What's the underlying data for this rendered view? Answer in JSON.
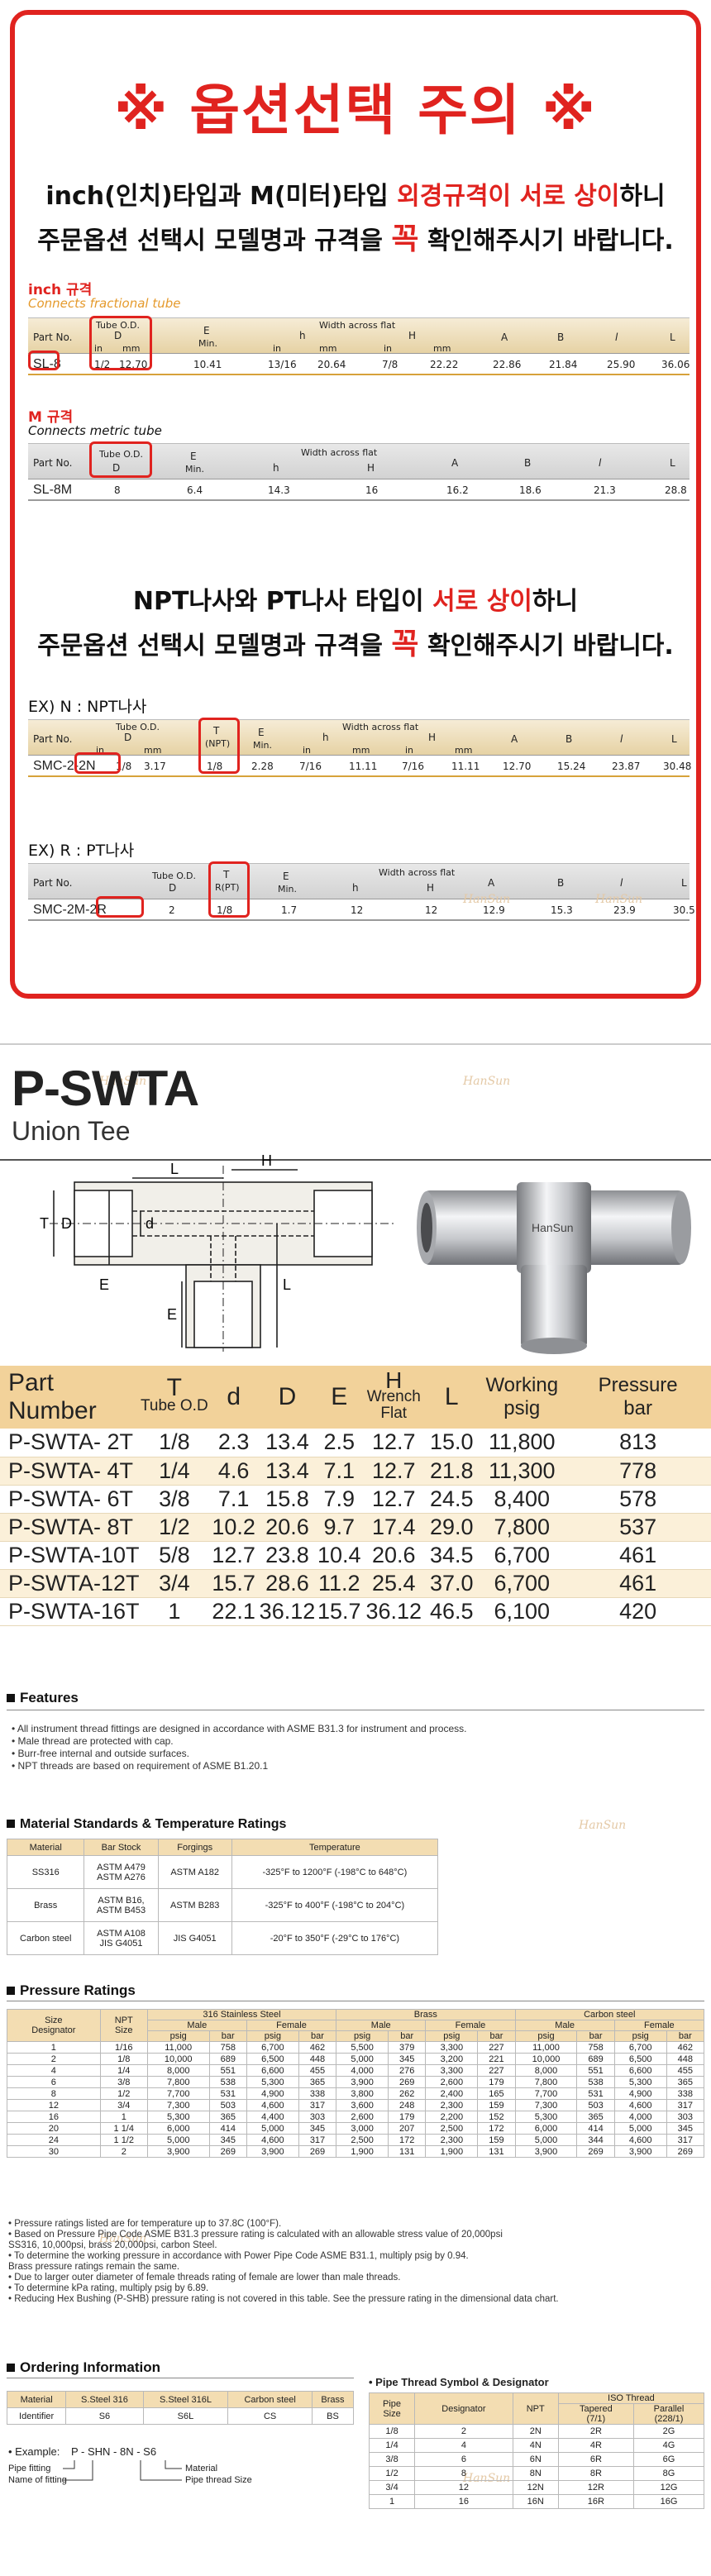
{
  "notice": {
    "title": "※ 옵션선택 주의 ※",
    "line1_a": "inch(인치)타입",
    "line1_b": "과 ",
    "line1_c": "M(미터)타입",
    "line1_d": " 외경규격이 서로 상이",
    "line1_e": "하니",
    "line2_a": "주문옵션 선택시 모델명과 규격을 ",
    "line2_b": "꼭",
    "line2_c": " 확인해주시기 바랍니다.",
    "line3_a": "NPT나사",
    "line3_b": "와 ",
    "line3_c": "PT나사",
    "line3_d": " 타입이 ",
    "line3_e": "서로 상이",
    "line3_f": "하니",
    "line4_a": "주문옵션 선택시 모델명과 규격을 ",
    "line4_b": "꼭",
    "line4_c": " 확인해주시기 바랍니다."
  },
  "inch_spec": {
    "label": "inch 규격",
    "note": "Connects fractional tube",
    "h_part": "Part No.",
    "h_tube": "Tube O.D.",
    "h_d": "D",
    "h_in": "in",
    "h_mm": "mm",
    "h_e": "E",
    "h_min": "Min.",
    "h_waf": "Width across flat",
    "h_h": "h",
    "h_H": "H",
    "h_in2": "in",
    "h_mm2": "mm",
    "h_in3": "in",
    "h_mm3": "mm",
    "h_a": "A",
    "h_b": "B",
    "h_l1": "l",
    "h_l": "L",
    "part": "SL-8",
    "v_in": "1/2",
    "v_mm": "12.70",
    "v_e": "10.41",
    "v_h_in": "13/16",
    "v_h_mm": "20.64",
    "v_H_in": "7/8",
    "v_H_mm": "22.22",
    "v_a": "22.86",
    "v_b": "21.84",
    "v_l1": "25.90",
    "v_l": "36.06"
  },
  "metric_spec": {
    "label": "M 규격",
    "note": "Connects metric tube",
    "h_part": "Part No.",
    "h_tube": "Tube O.D.",
    "h_d": "D",
    "h_e": "E",
    "h_min": "Min.",
    "h_waf": "Width across flat",
    "h_h": "h",
    "h_H": "H",
    "h_a": "A",
    "h_b": "B",
    "h_l1": "l",
    "h_l": "L",
    "part": "SL-8M",
    "v_d": "8",
    "v_e": "6.4",
    "v_h": "14.3",
    "v_H": "16",
    "v_a": "16.2",
    "v_b": "18.6",
    "v_l1": "21.3",
    "v_l": "28.8"
  },
  "npt_spec": {
    "label": "EX) N : NPT나사",
    "h_part": "Part No.",
    "h_tube": "Tube O.D.",
    "h_d": "D",
    "h_in": "in",
    "h_mm": "mm",
    "h_t": "T",
    "h_npt": "(NPT)",
    "h_e": "E",
    "h_min": "Min.",
    "h_waf": "Width across flat",
    "h_h": "h",
    "h_H": "H",
    "h_in2": "in",
    "h_mm2": "mm",
    "h_in3": "in",
    "h_mm3": "mm",
    "h_a": "A",
    "h_b": "B",
    "h_l1": "l",
    "h_l": "L",
    "part": "SMC-2-2N",
    "v_in": "1/8",
    "v_mm": "3.17",
    "v_t": "1/8",
    "v_e": "2.28",
    "v_h_in": "7/16",
    "v_h_mm": "11.11",
    "v_H_in": "7/16",
    "v_H_mm": "11.11",
    "v_a": "12.70",
    "v_b": "15.24",
    "v_l1": "23.87",
    "v_l": "30.48"
  },
  "pt_spec": {
    "label": "EX) R : PT나사",
    "h_part": "Part No.",
    "h_tube": "Tube O.D.",
    "h_d": "D",
    "h_t": "T",
    "h_rpt": "R(PT)",
    "h_e": "E",
    "h_min": "Min.",
    "h_waf": "Width across flat",
    "h_h": "h",
    "h_H": "H",
    "h_a": "A",
    "h_b": "B",
    "h_l1": "l",
    "h_l": "L",
    "part": "SMC-2M-2R",
    "v_d": "2",
    "v_t": "1/8",
    "v_e": "1.7",
    "v_h": "12",
    "v_H": "12",
    "v_a": "12.9",
    "v_b": "15.3",
    "v_l1": "23.9",
    "v_l": "30.5"
  },
  "product": {
    "title": "P-SWTA",
    "subtitle": "Union Tee",
    "brand_stamp": "HanSun",
    "watermark": "HanSun"
  },
  "drawing_labels": {
    "h": "H",
    "l": "L",
    "d": "d",
    "t": "T",
    "dd": "D",
    "e": "E",
    "e2": "E",
    "l2": "L"
  },
  "main_table": {
    "headers": {
      "part": "Part Number",
      "t": "T",
      "tube": "Tube O.D",
      "d": "d",
      "D": "D",
      "e": "E",
      "h": "H",
      "wrench": "Wrench",
      "flat": "Flat",
      "l": "L",
      "wp": "Working",
      "psig": "psig",
      "pr": "Pressure",
      "bar": "bar"
    },
    "rows": [
      [
        "P-SWTA- 2T",
        "1/8",
        "2.3",
        "13.4",
        "2.5",
        "12.7",
        "15.0",
        "11,800",
        "813"
      ],
      [
        "P-SWTA- 4T",
        "1/4",
        "4.6",
        "13.4",
        "7.1",
        "12.7",
        "21.8",
        "11,300",
        "778"
      ],
      [
        "P-SWTA- 6T",
        "3/8",
        "7.1",
        "15.8",
        "7.9",
        "12.7",
        "24.5",
        "8,400",
        "578"
      ],
      [
        "P-SWTA- 8T",
        "1/2",
        "10.2",
        "20.6",
        "9.7",
        "17.4",
        "29.0",
        "7,800",
        "537"
      ],
      [
        "P-SWTA-10T",
        "5/8",
        "12.7",
        "23.8",
        "10.4",
        "20.6",
        "34.5",
        "6,700",
        "461"
      ],
      [
        "P-SWTA-12T",
        "3/4",
        "15.7",
        "28.6",
        "11.2",
        "25.4",
        "37.0",
        "6,700",
        "461"
      ],
      [
        "P-SWTA-16T",
        "1",
        "22.1",
        "36.12",
        "15.7",
        "36.12",
        "46.5",
        "6,100",
        "420"
      ]
    ]
  },
  "features": {
    "title": "Features",
    "items": [
      "• All instrument thread fittings are designed in accordance with ASME B31.3 for instrument and process.",
      "• Male thread are protected with cap.",
      "• Burr-free internal and outside surfaces.",
      "• NPT threads are based on requirement of ASME B1.20.1"
    ]
  },
  "materials": {
    "title": "Material Standards & Temperature Ratings",
    "headers": [
      "Material",
      "Bar Stock",
      "Forgings",
      "Temperature"
    ],
    "rows": [
      [
        "SS316",
        "ASTM A479\nASTM A276",
        "ASTM A182",
        "-325°F to 1200°F (-198°C to 648°C)"
      ],
      [
        "Brass",
        "ASTM B16,\nASTM B453",
        "ASTM B283",
        "-325°F to 400°F (-198°C to 204°C)"
      ],
      [
        "Carbon steel",
        "ASTM A108\nJIS G4051",
        "JIS G4051",
        "-20°F to 350°F (-29°C to 176°C)"
      ]
    ]
  },
  "pressure": {
    "title": "Pressure Ratings",
    "h_size": "Size\nDesignator",
    "h_npt": "NPT\nSize",
    "h_ss": "316 Stainless Steel",
    "h_brass": "Brass",
    "h_cs": "Carbon steel",
    "h_male": "Male",
    "h_female": "Female",
    "h_psig": "psig",
    "h_bar": "bar",
    "rows": [
      [
        "1",
        "1/16",
        "11,000",
        "758",
        "6,700",
        "462",
        "5,500",
        "379",
        "3,300",
        "227",
        "11,000",
        "758",
        "6,700",
        "462"
      ],
      [
        "2",
        "1/8",
        "10,000",
        "689",
        "6,500",
        "448",
        "5,000",
        "345",
        "3,200",
        "221",
        "10,000",
        "689",
        "6,500",
        "448"
      ],
      [
        "4",
        "1/4",
        "8,000",
        "551",
        "6,600",
        "455",
        "4,000",
        "276",
        "3,300",
        "227",
        "8,000",
        "551",
        "6,600",
        "455"
      ],
      [
        "6",
        "3/8",
        "7,800",
        "538",
        "5,300",
        "365",
        "3,900",
        "269",
        "2,600",
        "179",
        "7,800",
        "538",
        "5,300",
        "365"
      ],
      [
        "8",
        "1/2",
        "7,700",
        "531",
        "4,900",
        "338",
        "3,800",
        "262",
        "2,400",
        "165",
        "7,700",
        "531",
        "4,900",
        "338"
      ],
      [
        "12",
        "3/4",
        "7,300",
        "503",
        "4,600",
        "317",
        "3,600",
        "248",
        "2,300",
        "159",
        "7,300",
        "503",
        "4,600",
        "317"
      ],
      [
        "16",
        "1",
        "5,300",
        "365",
        "4,400",
        "303",
        "2,600",
        "179",
        "2,200",
        "152",
        "5,300",
        "365",
        "4,000",
        "303"
      ],
      [
        "20",
        "1 1/4",
        "6,000",
        "414",
        "5,000",
        "345",
        "3,000",
        "207",
        "2,500",
        "172",
        "6,000",
        "414",
        "5,000",
        "345"
      ],
      [
        "24",
        "1 1/2",
        "5,000",
        "345",
        "4,600",
        "317",
        "2,500",
        "172",
        "2,300",
        "159",
        "5,000",
        "344",
        "4,600",
        "317"
      ],
      [
        "30",
        "2",
        "3,900",
        "269",
        "3,900",
        "269",
        "1,900",
        "131",
        "1,900",
        "131",
        "3,900",
        "269",
        "3,900",
        "269"
      ]
    ],
    "notes": [
      "• Pressure ratings listed are for temperature up to 37.8C (100°F).",
      "• Based on Pressure Pipe Code ASME B31.3 pressure rating is calculated with an allowable stress value of 20,000psi",
      "   SS316, 10,000psi, brass 20,000psi, carbon Steel.",
      "• To determine the working pressure in accordance with Power Pipe Code ASME B31.1, multiply psig by 0.94.",
      "   Brass pressure ratings remain the same.",
      "• Due to larger outer diameter of female threads rating of female are lower than male threads.",
      "• To determine kPa rating, multiply psig by 6.89.",
      "• Reducing Hex Bushing (P-SHB) pressure rating is not covered in this table. See the pressure rating in the dimensional data chart."
    ]
  },
  "ordering": {
    "title": "Ordering Information",
    "headers": [
      "Material",
      "S.Steel 316",
      "S.Steel 316L",
      "Carbon steel",
      "Brass"
    ],
    "row": [
      "Identifier",
      "S6",
      "S6L",
      "CS",
      "BS"
    ],
    "example_label": "• Example:",
    "example_code": "P - SHN - 8N - S6",
    "lbl_pipe_fitting": "Pipe fitting",
    "lbl_name": "Name of fitting",
    "lbl_material": "Material",
    "lbl_thread": "Pipe thread Size"
  },
  "pipe_thread": {
    "title": "• Pipe Thread Symbol & Designator",
    "h_size": "Pipe\nSize",
    "h_des": "Designator",
    "h_npt": "NPT",
    "h_iso": "ISO Thread",
    "h_tap": "Tapered\n(7/1)",
    "h_par": "Parallel\n(228/1)",
    "rows": [
      [
        "1/8",
        "2",
        "2N",
        "2R",
        "2G"
      ],
      [
        "1/4",
        "4",
        "4N",
        "4R",
        "4G"
      ],
      [
        "3/8",
        "6",
        "6N",
        "6R",
        "6G"
      ],
      [
        "1/2",
        "8",
        "8N",
        "8R",
        "8G"
      ],
      [
        "3/4",
        "12",
        "12N",
        "12R",
        "12G"
      ],
      [
        "1",
        "16",
        "16N",
        "16R",
        "16G"
      ]
    ]
  }
}
